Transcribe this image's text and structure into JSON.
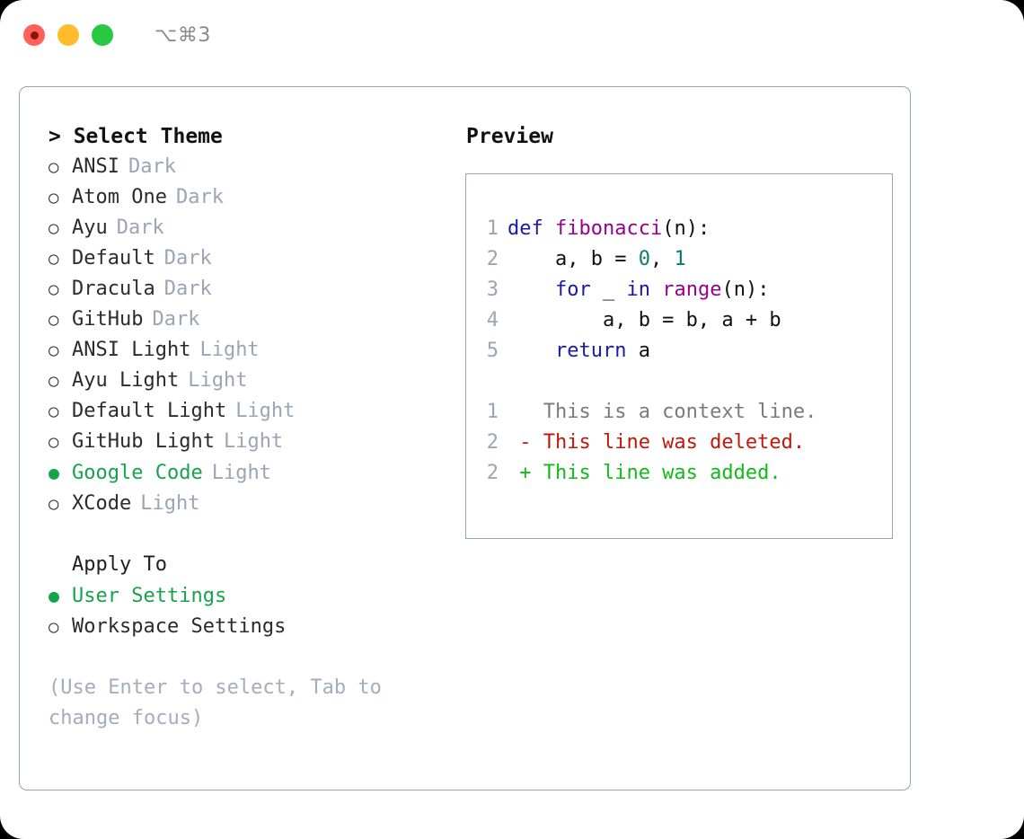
{
  "titlebar": {
    "shortcut": "⌥⌘3",
    "buttons": [
      {
        "name": "close",
        "color": "#ff6159"
      },
      {
        "name": "minimize",
        "color": "#ffbd2e"
      },
      {
        "name": "maximize",
        "color": "#28c840"
      }
    ]
  },
  "theme_picker": {
    "header": "> Select Theme",
    "marker_unselected": "○",
    "marker_selected": "●",
    "options": [
      {
        "label": "ANSI",
        "category": "Dark",
        "selected": false
      },
      {
        "label": "Atom One",
        "category": "Dark",
        "selected": false
      },
      {
        "label": "Ayu",
        "category": "Dark",
        "selected": false
      },
      {
        "label": "Default",
        "category": "Dark",
        "selected": false
      },
      {
        "label": "Dracula",
        "category": "Dark",
        "selected": false
      },
      {
        "label": "GitHub",
        "category": "Dark",
        "selected": false
      },
      {
        "label": "ANSI Light",
        "category": "Light",
        "selected": false
      },
      {
        "label": "Ayu Light",
        "category": "Light",
        "selected": false
      },
      {
        "label": "Default Light",
        "category": "Light",
        "selected": false
      },
      {
        "label": "GitHub Light",
        "category": "Light",
        "selected": false
      },
      {
        "label": "Google Code",
        "category": "Light",
        "selected": true
      },
      {
        "label": "XCode",
        "category": "Light",
        "selected": false
      }
    ]
  },
  "apply_to": {
    "title": "Apply To",
    "options": [
      {
        "label": "User Settings",
        "selected": true
      },
      {
        "label": "Workspace Settings",
        "selected": false
      }
    ]
  },
  "hint": "(Use Enter to select, Tab to change focus)",
  "preview": {
    "title": "Preview",
    "code_lines": [
      {
        "number": "1",
        "tokens": [
          {
            "text": "def ",
            "type": "kw"
          },
          {
            "text": "fibonacci",
            "type": "fn"
          },
          {
            "text": "(n):",
            "type": "punc"
          }
        ]
      },
      {
        "number": "2",
        "tokens": [
          {
            "text": "    a, b = ",
            "type": "plain"
          },
          {
            "text": "0",
            "type": "num"
          },
          {
            "text": ", ",
            "type": "plain"
          },
          {
            "text": "1",
            "type": "num"
          }
        ]
      },
      {
        "number": "3",
        "tokens": [
          {
            "text": "    ",
            "type": "plain"
          },
          {
            "text": "for",
            "type": "kw"
          },
          {
            "text": " _ ",
            "type": "plain"
          },
          {
            "text": "in",
            "type": "kw"
          },
          {
            "text": " ",
            "type": "plain"
          },
          {
            "text": "range",
            "type": "fn"
          },
          {
            "text": "(n):",
            "type": "punc"
          }
        ]
      },
      {
        "number": "4",
        "tokens": [
          {
            "text": "        a, b = b, a + b",
            "type": "plain"
          }
        ]
      },
      {
        "number": "5",
        "tokens": [
          {
            "text": "    ",
            "type": "plain"
          },
          {
            "text": "return",
            "type": "kw"
          },
          {
            "text": " a",
            "type": "plain"
          }
        ]
      }
    ],
    "diff_lines": [
      {
        "number": "1",
        "sign": " ",
        "text": "This is a context line.",
        "type": "ctx"
      },
      {
        "number": "2",
        "sign": "-",
        "text": "This line was deleted.",
        "type": "del"
      },
      {
        "number": "2",
        "sign": "+",
        "text": "This line was added.",
        "type": "add"
      }
    ]
  },
  "colors": {
    "accent_green": "#16a34a",
    "muted": "#9aa5b5",
    "border": "#98a2b3",
    "keyword": "#1a1aa6",
    "function": "#99008c",
    "number": "#0e7a6e",
    "diff_added": "#12bb1a",
    "diff_deleted": "#c21807",
    "diff_context": "#7a7a7a"
  }
}
